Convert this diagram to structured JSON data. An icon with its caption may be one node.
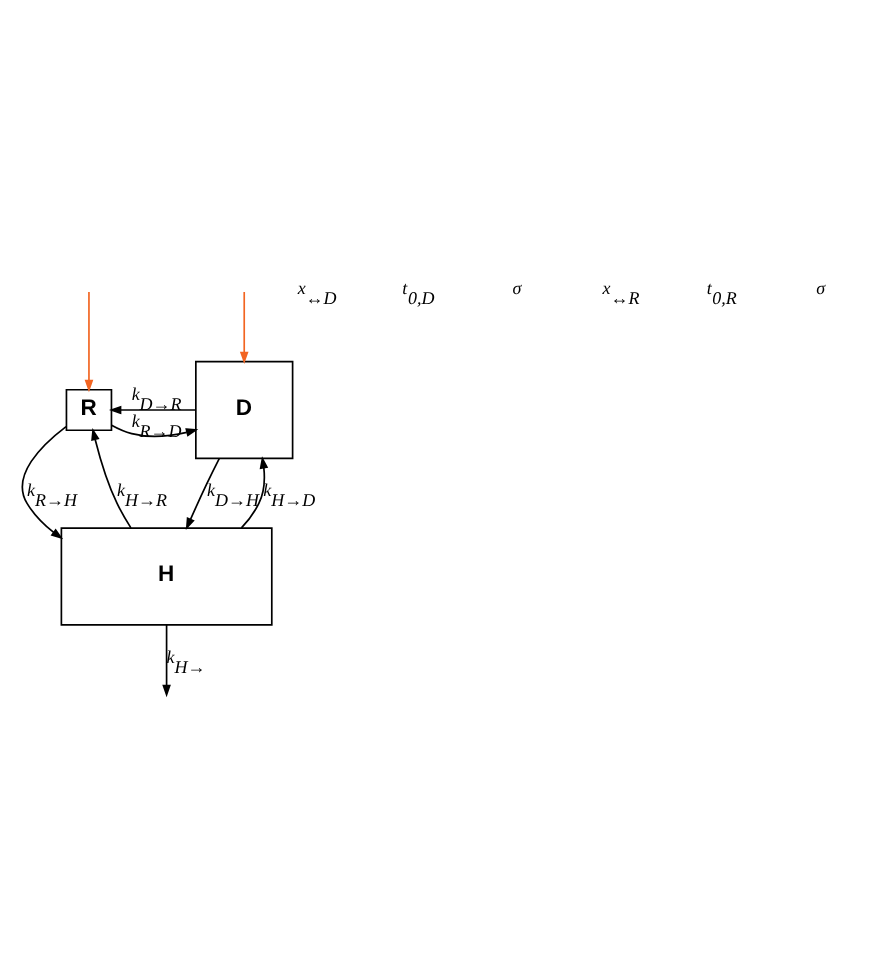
{
  "diagram": {
    "nodes": [
      {
        "text": [
          "D"
        ]
      },
      {
        "text": [
          "R"
        ]
      },
      {
        "text": [
          "H"
        ]
      }
    ],
    "edges": [
      {
        "from": null,
        "to": 0,
        "arrow": "to",
        "color": "#f26522"
      },
      {
        "from": null,
        "to": 1,
        "arrow": "to",
        "color": "#f26522"
      },
      {
        "from": 0,
        "to": 1,
        "arrow": "to",
        "label": "k$_{D→R}$"
      },
      {
        "from": 1,
        "to": 0,
        "arrow": "to",
        "label": "k$_{R→D}$"
      },
      {
        "from": 1,
        "to": 2,
        "arrow": "to",
        "label": "k$_{R→H}$"
      },
      {
        "from": 2,
        "to": 1,
        "arrow": "to",
        "label": "k$_{H→R}$"
      },
      {
        "from": 0,
        "to": 2,
        "arrow": "to",
        "label": "k$_{D→H}$"
      },
      {
        "from": 2,
        "to": 0,
        "arrow": "to",
        "label": "k$_{H→D}$"
      },
      {
        "from": 2,
        "to": null,
        "arrow": "to",
        "label": "k$_{H→}$"
      }
    ],
    "labels": [
      "x$_{↔D}$",
      "t$_{0,D}$",
      "σ",
      "x$_{↔R}$",
      "t$_{0,R}$",
      "σ"
    ]
  }
}
